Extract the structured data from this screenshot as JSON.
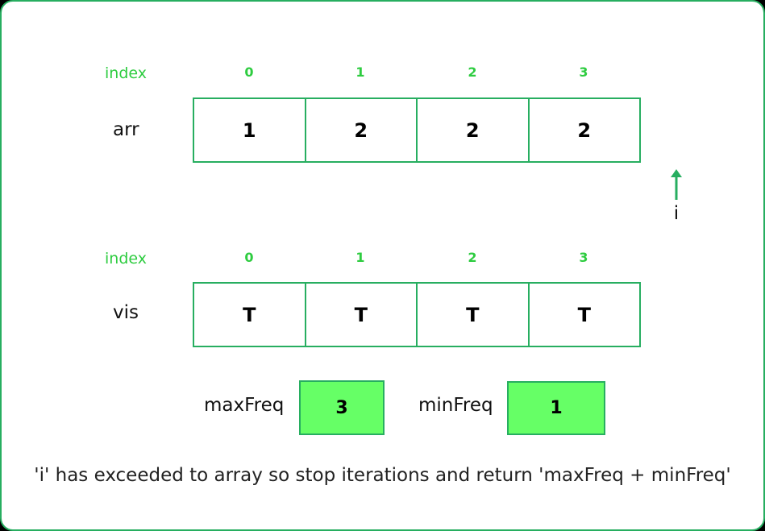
{
  "arr_section": {
    "index_label": "index",
    "row_label": "arr",
    "indices": [
      "0",
      "1",
      "2",
      "3"
    ],
    "values": [
      "1",
      "2",
      "2",
      "2"
    ]
  },
  "pointer": {
    "label": "i",
    "icon": "up-arrow-icon"
  },
  "vis_section": {
    "index_label": "index",
    "row_label": "vis",
    "indices": [
      "0",
      "1",
      "2",
      "3"
    ],
    "values": [
      "T",
      "T",
      "T",
      "T"
    ]
  },
  "max_freq": {
    "label": "maxFreq",
    "value": "3"
  },
  "min_freq": {
    "label": "minFreq",
    "value": "1"
  },
  "caption": "'i' has exceeded to array so stop iterations and return 'maxFreq + minFreq'",
  "colors": {
    "border": "#27ae60",
    "index_text": "#2ecc40",
    "freq_fill": "#66ff66"
  }
}
